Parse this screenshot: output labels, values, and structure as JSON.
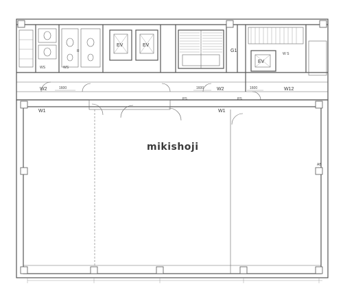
{
  "watermark": "mikishoji",
  "labels": {
    "ev_left": "EV",
    "ev_right": "EV",
    "ev_small": "EV",
    "ps_1": "PS",
    "ps_2": "PS",
    "w1_left": "W1",
    "w1_mid": "W1",
    "w2_left": "W2",
    "w2_mid": "W2",
    "w12": "W12",
    "dim_1600_a": "1600",
    "dim_1600_b": "1600",
    "dim_1600_c": "1600",
    "g1": "G1",
    "ws_1": "WS",
    "ws_2": "WS",
    "ws_right": "W S",
    "r2": "R",
    "ab": "AB"
  }
}
